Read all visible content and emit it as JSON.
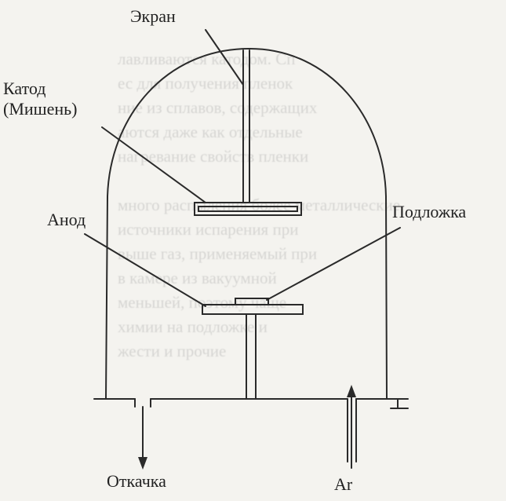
{
  "labels": {
    "screen": "Экран",
    "cathode": "Катод\n(Мишень)",
    "anode": "Анод",
    "substrate": "Подложка",
    "pump": "Откачка",
    "gas": "Ar"
  },
  "background_text": [
    "лавливаются катодом. Сп",
    "ес для получения пленок",
    "ние из сплавов, содержащих",
    "аются даже как отдельные",
    "нагревание свойств пленки",
    "",
    "много распыления более металлические",
    "источники испарения при",
    "выше газ, применяемый при",
    "в камере из вакуумной",
    "меньшей, поэтому чаще",
    "химии на подложке и",
    "жести и прочие"
  ],
  "colors": {
    "line": "#2a2a2a",
    "paper": "#f4f3ef"
  }
}
